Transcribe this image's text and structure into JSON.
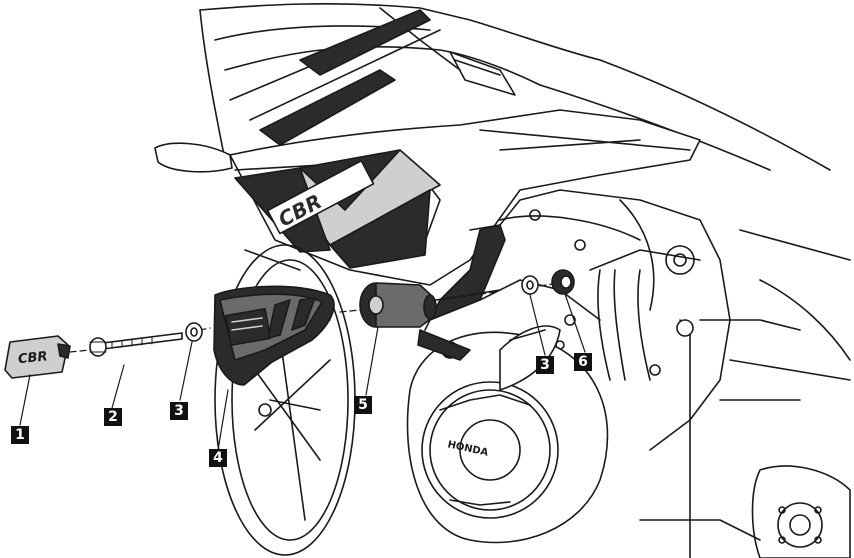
{
  "diagram": {
    "callouts": [
      {
        "id": "1",
        "label": "1"
      },
      {
        "id": "2",
        "label": "2"
      },
      {
        "id": "3",
        "label": "3"
      },
      {
        "id": "4",
        "label": "4"
      },
      {
        "id": "5",
        "label": "5"
      },
      {
        "id": "3b",
        "label": "3"
      },
      {
        "id": "6",
        "label": "6"
      }
    ],
    "fairing_logo_text": "CBR",
    "emblem_text": "CBR",
    "clutch_cover_text": "HONDA"
  },
  "colors": {
    "line": "#1a1a1a",
    "dark_part": "#2b2b2b",
    "mid_gray": "#6b6b6b",
    "light_gray": "#cfcfcf",
    "callout_bg": "#111111",
    "callout_text": "#ffffff"
  }
}
